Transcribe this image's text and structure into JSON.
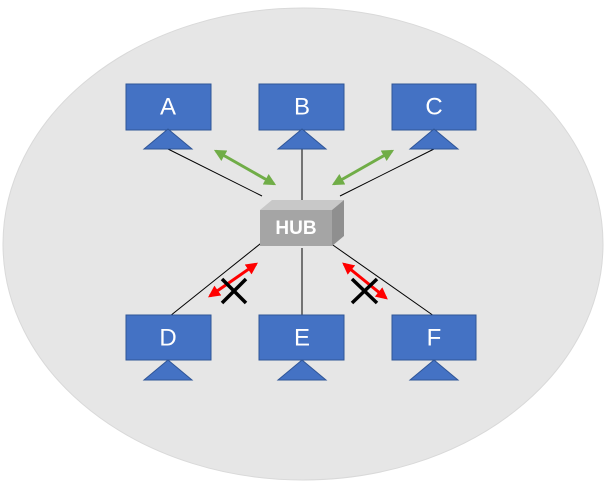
{
  "hub": {
    "label": "HUB",
    "colors": {
      "front": "#a5a5a5",
      "top": "#c8c8c8",
      "side": "#8f8f8f"
    }
  },
  "computers": [
    {
      "id": "a",
      "label": "A"
    },
    {
      "id": "b",
      "label": "B"
    },
    {
      "id": "c",
      "label": "C"
    },
    {
      "id": "d",
      "label": "D"
    },
    {
      "id": "e",
      "label": "E"
    },
    {
      "id": "f",
      "label": "F"
    }
  ],
  "links": [
    {
      "from": "a",
      "status": "allowed"
    },
    {
      "from": "c",
      "status": "allowed"
    },
    {
      "from": "d",
      "status": "blocked"
    },
    {
      "from": "f",
      "status": "blocked"
    }
  ],
  "colors": {
    "background_ellipse": "#e6e6e6",
    "computer_fill": "#4472c4",
    "computer_stroke": "#2f5597",
    "allowed_arrow": "#70ad47",
    "blocked_arrow": "#ff0000",
    "blocked_cross": "#000000",
    "connection_line": "#000000"
  }
}
